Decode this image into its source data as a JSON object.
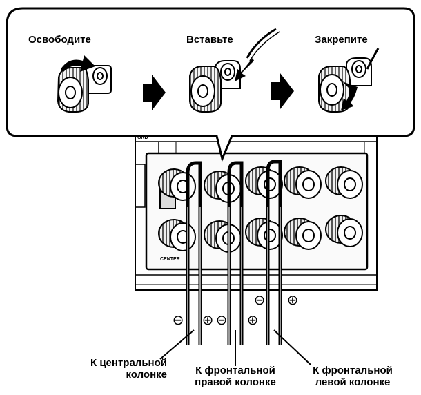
{
  "steps": [
    {
      "label": "Освободите"
    },
    {
      "label": "Вставьте"
    },
    {
      "label": "Закрепите"
    }
  ],
  "captions": {
    "center": [
      "К центральной",
      "колонке"
    ],
    "front_right": [
      "К фронтальной",
      "правой колонке"
    ],
    "front_left": [
      "К фронтальной",
      "левой колонке"
    ]
  },
  "panel_marks": {
    "gnd": "GND",
    "center": "CENTER"
  },
  "polarity": {
    "minus": "⊖",
    "plus": "⊕"
  }
}
